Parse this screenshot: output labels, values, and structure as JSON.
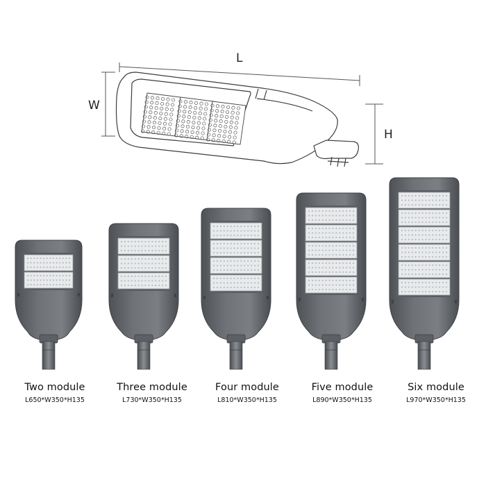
{
  "dimensions": {
    "length_letter": "L",
    "width_letter": "W",
    "height_letter": "H"
  },
  "products": [
    {
      "title": "Two module",
      "dims": "L650*W350*H135",
      "modules": 2
    },
    {
      "title": "Three module",
      "dims": "L730*W350*H135",
      "modules": 3
    },
    {
      "title": "Four module",
      "dims": "L810*W350*H135",
      "modules": 4
    },
    {
      "title": "Five module",
      "dims": "L890*W350*H135",
      "modules": 5
    },
    {
      "title": "Six module",
      "dims": "L970*W350*H135",
      "modules": 6
    }
  ],
  "colors": {
    "housing": "#6f7377",
    "housing_dark": "#54585c",
    "panel": "#e8eaec",
    "line_drawing": "#444444"
  }
}
